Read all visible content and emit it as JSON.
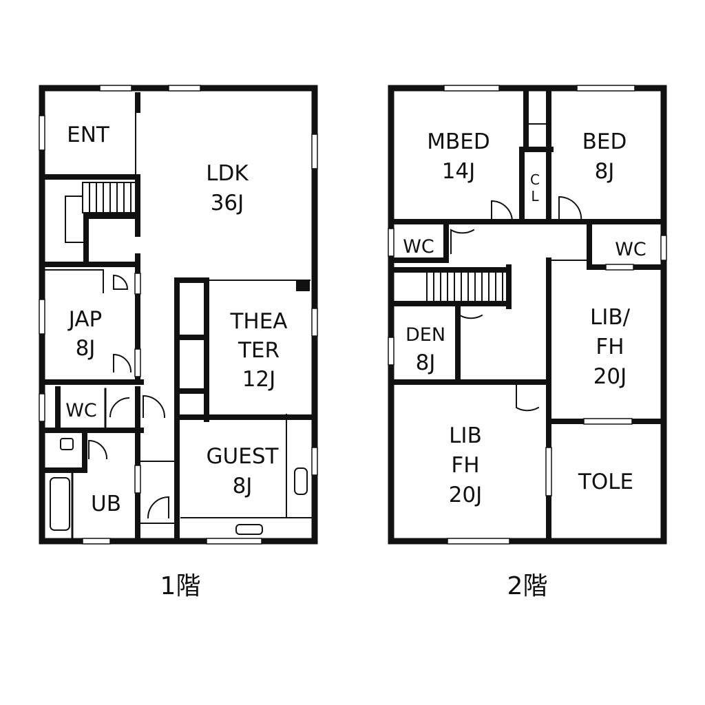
{
  "floors": [
    {
      "label": "1階",
      "rooms": [
        {
          "id": "ent",
          "lines": [
            "ENT"
          ]
        },
        {
          "id": "ldk",
          "lines": [
            "LDK",
            "36J"
          ]
        },
        {
          "id": "jap",
          "lines": [
            "JAP",
            "8J"
          ]
        },
        {
          "id": "theater",
          "lines": [
            "THEA",
            "TER",
            "12J"
          ]
        },
        {
          "id": "wc",
          "lines": [
            "WC"
          ]
        },
        {
          "id": "guest",
          "lines": [
            "GUEST",
            "8J"
          ]
        },
        {
          "id": "ub",
          "lines": [
            "UB"
          ]
        }
      ]
    },
    {
      "label": "2階",
      "rooms": [
        {
          "id": "mbed",
          "lines": [
            "MBED",
            "14J"
          ]
        },
        {
          "id": "bed",
          "lines": [
            "BED",
            "8J"
          ]
        },
        {
          "id": "cl",
          "lines": [
            "C",
            "L"
          ]
        },
        {
          "id": "wc-left",
          "lines": [
            "WC"
          ]
        },
        {
          "id": "wc-right",
          "lines": [
            "WC"
          ]
        },
        {
          "id": "den",
          "lines": [
            "DEN",
            "8J"
          ]
        },
        {
          "id": "lib-fh-right",
          "lines": [
            "LIB/",
            "FH",
            "20J"
          ]
        },
        {
          "id": "lib-fh-lower",
          "lines": [
            "LIB",
            "FH",
            "20J"
          ]
        },
        {
          "id": "tole",
          "lines": [
            "TOLE"
          ]
        }
      ]
    }
  ],
  "colors": {
    "wall": "#111111",
    "background": "#ffffff",
    "thin": "#333333"
  }
}
